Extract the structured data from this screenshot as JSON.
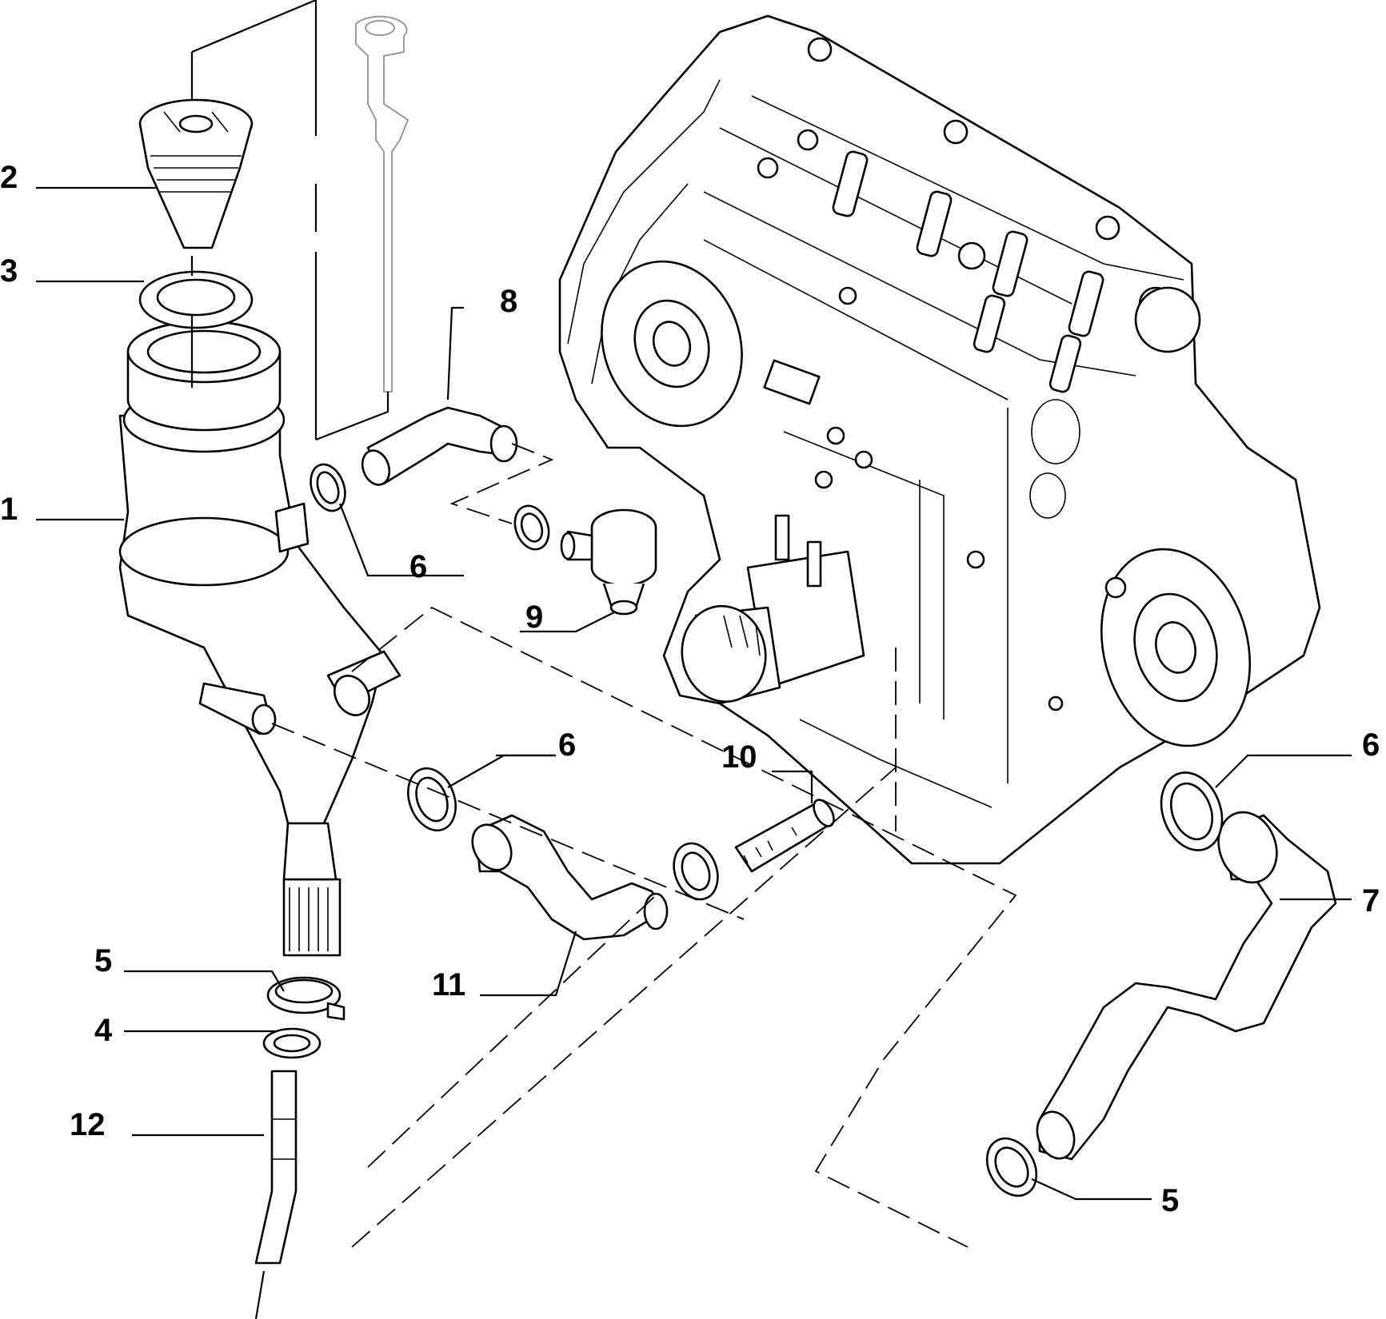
{
  "diagram": {
    "callouts": [
      {
        "id": "c1",
        "text": "1"
      },
      {
        "id": "c2",
        "text": "2"
      },
      {
        "id": "c3",
        "text": "3"
      },
      {
        "id": "c4",
        "text": "4"
      },
      {
        "id": "c5a",
        "text": "5"
      },
      {
        "id": "c5b",
        "text": "5"
      },
      {
        "id": "c6a",
        "text": "6"
      },
      {
        "id": "c6b",
        "text": "6"
      },
      {
        "id": "c6c",
        "text": "6"
      },
      {
        "id": "c7",
        "text": "7"
      },
      {
        "id": "c8",
        "text": "8"
      },
      {
        "id": "c9",
        "text": "9"
      },
      {
        "id": "c10",
        "text": "10"
      },
      {
        "id": "c11",
        "text": "11"
      },
      {
        "id": "c12",
        "text": "12"
      }
    ]
  }
}
